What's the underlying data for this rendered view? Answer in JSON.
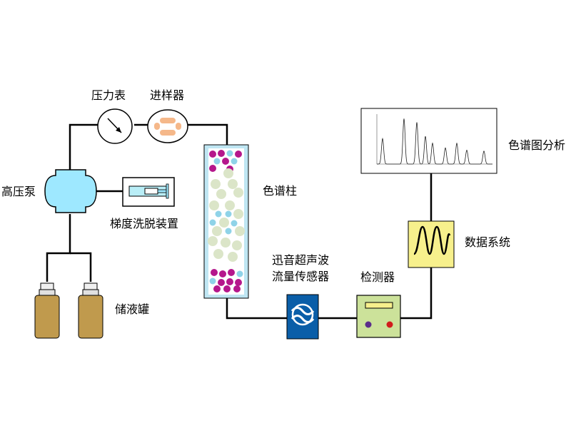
{
  "labels": {
    "pressure_gauge": "压力表",
    "injector": "进样器",
    "high_pressure_pump": "高压泵",
    "gradient_elution": "梯度洗脱装置",
    "reservoir": "储液罐",
    "column": "色谱柱",
    "flow_sensor_line1": "迅音超声波",
    "flow_sensor_line2": "流量传感器",
    "detector": "检测器",
    "data_system": "数据系统",
    "chromatogram_analysis": "色谱图分析"
  },
  "colors": {
    "pump": "#9ee8ff",
    "bottle": "#c09a4d",
    "column_bead_magenta": "#b5178c",
    "column_bead_cyan": "#8fd3e8",
    "column_bead_pale": "#dbe5c8",
    "sensor": "#0a5ea8",
    "detector": "#cce29a",
    "data_system": "#f7f08c",
    "injector_inner": "#f5b88a"
  },
  "icons": {
    "pressure_gauge": "gauge-icon",
    "injector": "injector-icon",
    "flow_sensor": "ultrasonic-flow-sensor-icon",
    "data_system": "waveform-icon"
  }
}
